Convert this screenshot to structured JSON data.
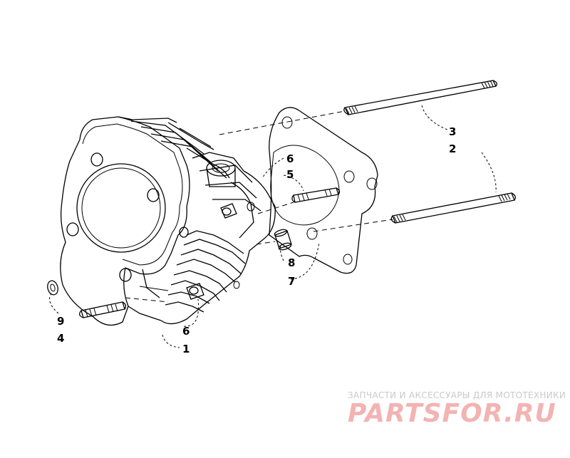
{
  "labels": {
    "stud_long_top": "3",
    "stud_long_bottom": "2",
    "bolt_upper": "6",
    "stud_short_mid": "5",
    "dowel": "8",
    "gasket": "7",
    "washer": "9",
    "stud_front": "4",
    "bolt_lower": "6",
    "cylinder": "1"
  },
  "watermark": {
    "tagline": "ЗАПЧАСТИ И АКСЕССУАРЫ ДЛЯ МОТОТЕХНИКИ",
    "logo": "PARTSFOR.RU"
  }
}
